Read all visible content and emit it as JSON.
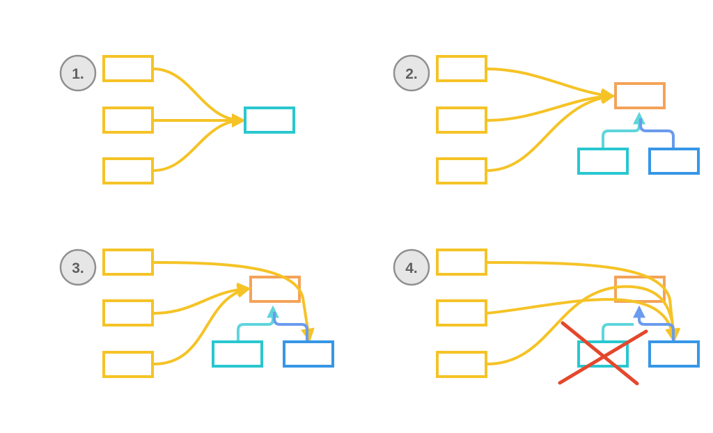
{
  "colors": {
    "yellow": "#f5c326",
    "teal": "#29c7cf",
    "teal_light": "#5fd5dc",
    "blue": "#3796e6",
    "blue_light": "#6a9bee",
    "orange": "#f3a35a",
    "red": "#e4472c",
    "badge_fill": "#e6e6e6",
    "badge_stroke": "#8f8f8f"
  },
  "panels": [
    {
      "label": "1."
    },
    {
      "label": "2."
    },
    {
      "label": "3."
    },
    {
      "label": "4."
    }
  ]
}
